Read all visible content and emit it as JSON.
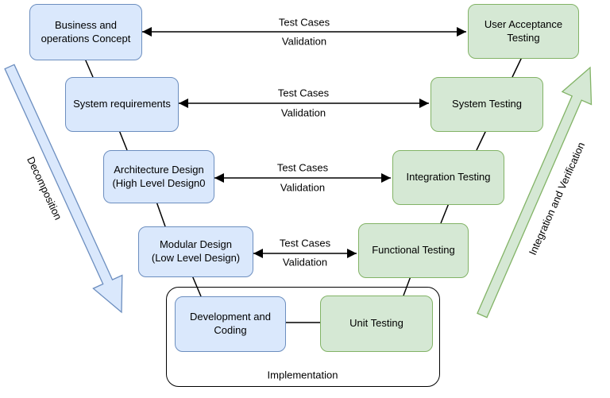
{
  "boxes": {
    "business": "Business and\noperations Concept",
    "system_requirements": "System requirements",
    "architecture_design": "Architecture Design\n(High Level Design0",
    "modular_design": "Modular Design\n(Low Level Design)",
    "development_coding": "Development and\nCoding",
    "user_acceptance_testing": "User Acceptance\nTesting",
    "system_testing": "System Testing",
    "integration_testing": "Integration Testing",
    "functional_testing": "Functional Testing",
    "unit_testing": "Unit Testing"
  },
  "arrow_labels": {
    "test_cases": "Test Cases",
    "validation": "Validation"
  },
  "side_labels": {
    "decomposition": "Decomposition",
    "integration_and_verification": "Integration and Verification"
  },
  "container_label": {
    "implementation": "Implementation"
  },
  "colors": {
    "blue_fill": "#dae8fc",
    "blue_border": "#6c8ebf",
    "green_fill": "#d5e8d4",
    "green_border": "#82b366",
    "line": "#000000"
  }
}
